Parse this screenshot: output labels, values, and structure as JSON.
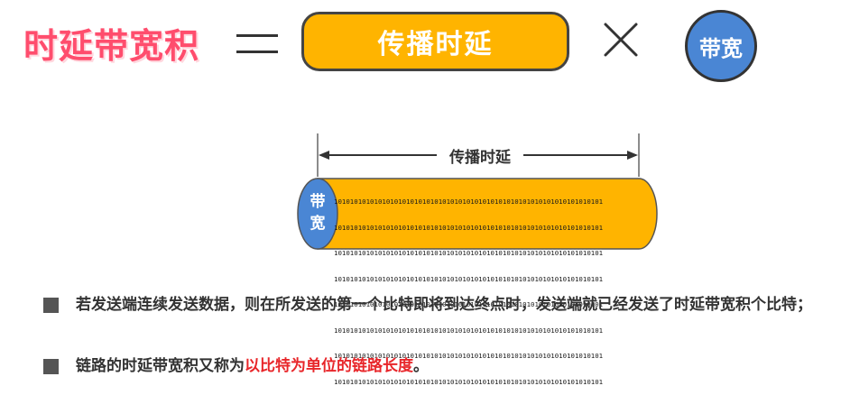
{
  "equation": {
    "lhs": "时延带宽积",
    "operator_equals": "=",
    "factor1": "传播时延",
    "operator_times": "×",
    "factor2": "带宽"
  },
  "diagram": {
    "span_label": "传播时延",
    "cap_label_line1": "带",
    "cap_label_line2": "宽",
    "bit_rows": [
      "1010101010101010101010101010101010101010101010101010101010101010101",
      "1010101010101010101010101010101010101010101010101010101010101010101",
      "1010101010101010101010101010101010101010101010101010101010101010101",
      "1010101010101010101010101010101010101010101010101010101010101010101",
      "1010101010101010101010101010101010101010101010101010101010101010101",
      "1010101010101010101010101010101010101010101010101010101010101010101",
      "1010101010101010101010101010101010101010101010101010101010101010101",
      "1010101010101010101010101010101010101010101010101010101010101010101"
    ],
    "colors": {
      "tube": "#ffb400",
      "cap": "#4a86d4",
      "outline": "#555555"
    }
  },
  "notes": [
    {
      "text_before": "若发送端连续发送数据，则在所发送的第一个比特即将到达终点时，发送端就已经发送了时延带宽积个比特；",
      "highlight": "",
      "text_after": ""
    },
    {
      "text_before": "链路的时延带宽积又称为",
      "highlight": "以比特为单位的链路长度",
      "text_after": "。"
    }
  ]
}
